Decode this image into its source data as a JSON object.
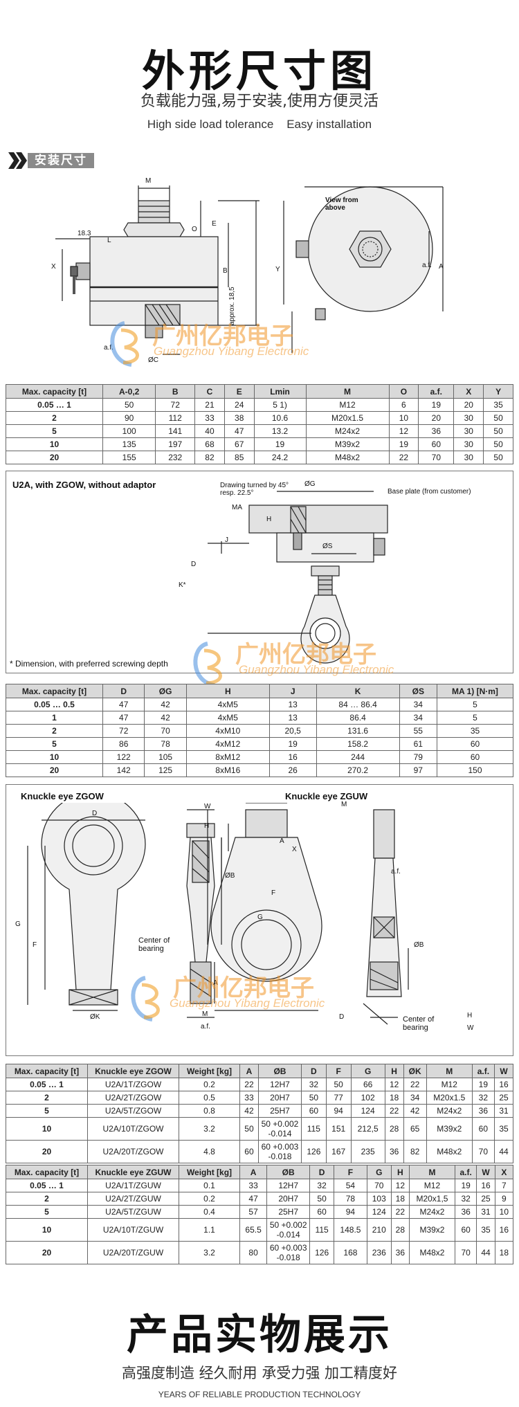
{
  "header": {
    "title": "外形尺寸图",
    "subtitle_cn": "负载能力强,易于安装,使用方便灵活",
    "subtitle_en": "High side load tolerance    Easy installation"
  },
  "section": {
    "label": "安装尺寸"
  },
  "drawing1": {
    "view_from_above": "View from above",
    "approx": "approx. 18,5",
    "labels": [
      "M",
      "18.3",
      "L",
      "O",
      "E",
      "B",
      "X",
      "Y",
      "A",
      "a.f.",
      "ØC",
      "a.f."
    ]
  },
  "watermark": {
    "cn": "广州亿邦电子",
    "en": "Guangzhou Yibang Electronic"
  },
  "table1": {
    "headers": [
      "Max. capacity [t]",
      "A-0,2",
      "B",
      "C",
      "E",
      "Lmin",
      "M",
      "O",
      "a.f.",
      "X",
      "Y"
    ],
    "rows": [
      [
        "0.05 … 1",
        "50",
        "72",
        "21",
        "24",
        "5 1)",
        "M12",
        "6",
        "19",
        "20",
        "35"
      ],
      [
        "2",
        "90",
        "112",
        "33",
        "38",
        "10.6",
        "M20x1.5",
        "10",
        "20",
        "30",
        "50"
      ],
      [
        "5",
        "100",
        "141",
        "40",
        "47",
        "13.2",
        "M24x2",
        "12",
        "36",
        "30",
        "50"
      ],
      [
        "10",
        "135",
        "197",
        "68",
        "67",
        "19",
        "M39x2",
        "19",
        "60",
        "30",
        "50"
      ],
      [
        "20",
        "155",
        "232",
        "82",
        "85",
        "24.2",
        "M48x2",
        "22",
        "70",
        "30",
        "50"
      ]
    ]
  },
  "drawing2": {
    "title": "U2A, with ZGOW, without adaptor",
    "turned": "Drawing turned by 45° resp. 22.5°",
    "base_plate": "Base plate (from customer)",
    "labels": [
      "ØG",
      "MA",
      "H",
      "J",
      "D",
      "ØS",
      "K*"
    ],
    "footnote": "*  Dimension, with preferred screwing depth"
  },
  "table2": {
    "headers": [
      "Max. capacity [t]",
      "D",
      "ØG",
      "H",
      "J",
      "K",
      "ØS",
      "MA 1) [N·m]"
    ],
    "rows": [
      [
        "0.05 … 0.5",
        "47",
        "42",
        "4xM5",
        "13",
        "84 … 86.4",
        "34",
        "5"
      ],
      [
        "1",
        "47",
        "42",
        "4xM5",
        "13",
        "86.4",
        "34",
        "5"
      ],
      [
        "2",
        "72",
        "70",
        "4xM10",
        "20,5",
        "131.6",
        "55",
        "35"
      ],
      [
        "5",
        "86",
        "78",
        "4xM12",
        "19",
        "158.2",
        "61",
        "60"
      ],
      [
        "10",
        "122",
        "105",
        "8xM12",
        "16",
        "244",
        "79",
        "60"
      ],
      [
        "20",
        "142",
        "125",
        "8xM16",
        "26",
        "270.2",
        "97",
        "150"
      ]
    ]
  },
  "drawing3": {
    "title_left": "Knuckle eye ZGOW",
    "title_right": "Knuckle eye ZGUW",
    "center_left": "Center of bearing",
    "center_right": "Center of bearing",
    "labels": [
      "D",
      "W",
      "H",
      "ØB",
      "G",
      "F",
      "A",
      "ØK",
      "M",
      "a.f.",
      "M",
      "A",
      "X",
      "a.f.",
      "G",
      "F",
      "D",
      "ØB",
      "H",
      "W"
    ]
  },
  "table3": {
    "headers": [
      "Max. capacity [t]",
      "Knuckle eye ZGOW",
      "Weight [kg]",
      "A",
      "ØB",
      "D",
      "F",
      "G",
      "H",
      "ØK",
      "M",
      "a.f.",
      "W"
    ],
    "rows": [
      [
        "0.05 … 1",
        "U2A/1T/ZGOW",
        "0.2",
        "22",
        "12H7",
        "32",
        "50",
        "66",
        "12",
        "22",
        "M12",
        "19",
        "16"
      ],
      [
        "2",
        "U2A/2T/ZGOW",
        "0.5",
        "33",
        "20H7",
        "50",
        "77",
        "102",
        "18",
        "34",
        "M20x1.5",
        "32",
        "25"
      ],
      [
        "5",
        "U2A/5T/ZGOW",
        "0.8",
        "42",
        "25H7",
        "60",
        "94",
        "124",
        "22",
        "42",
        "M24x2",
        "36",
        "31"
      ],
      [
        "10",
        "U2A/10T/ZGOW",
        "3.2",
        "50",
        "50 +0.002 -0.014",
        "115",
        "151",
        "212,5",
        "28",
        "65",
        "M39x2",
        "60",
        "35"
      ],
      [
        "20",
        "U2A/20T/ZGOW",
        "4.8",
        "60",
        "60 +0.003 -0.018",
        "126",
        "167",
        "235",
        "36",
        "82",
        "M48x2",
        "70",
        "44"
      ]
    ]
  },
  "table4": {
    "headers": [
      "Max. capacity [t]",
      "Knuckle eye ZGUW",
      "Weight [kg]",
      "A",
      "ØB",
      "D",
      "F",
      "G",
      "H",
      "M",
      "a.f.",
      "W",
      "X"
    ],
    "rows": [
      [
        "0.05 … 1",
        "U2A/1T/ZGUW",
        "0.1",
        "33",
        "12H7",
        "32",
        "54",
        "70",
        "12",
        "M12",
        "19",
        "16",
        "7"
      ],
      [
        "2",
        "U2A/2T/ZGUW",
        "0.2",
        "47",
        "20H7",
        "50",
        "78",
        "103",
        "18",
        "M20x1,5",
        "32",
        "25",
        "9"
      ],
      [
        "5",
        "U2A/5T/ZGUW",
        "0.4",
        "57",
        "25H7",
        "60",
        "94",
        "124",
        "22",
        "M24x2",
        "36",
        "31",
        "10"
      ],
      [
        "10",
        "U2A/10T/ZGUW",
        "1.1",
        "65.5",
        "50 +0.002 -0.014",
        "115",
        "148.5",
        "210",
        "28",
        "M39x2",
        "60",
        "35",
        "16"
      ],
      [
        "20",
        "U2A/20T/ZGUW",
        "3.2",
        "80",
        "60 +0.003 -0.018",
        "126",
        "168",
        "236",
        "36",
        "M48x2",
        "70",
        "44",
        "18"
      ]
    ]
  },
  "footer": {
    "title": "产品实物展示",
    "subtitle_cn": "高强度制造 经久耐用 承受力强 加工精度好",
    "subtitle_en": "YEARS OF RELIABLE PRODUCTION TECHNOLOGY"
  }
}
